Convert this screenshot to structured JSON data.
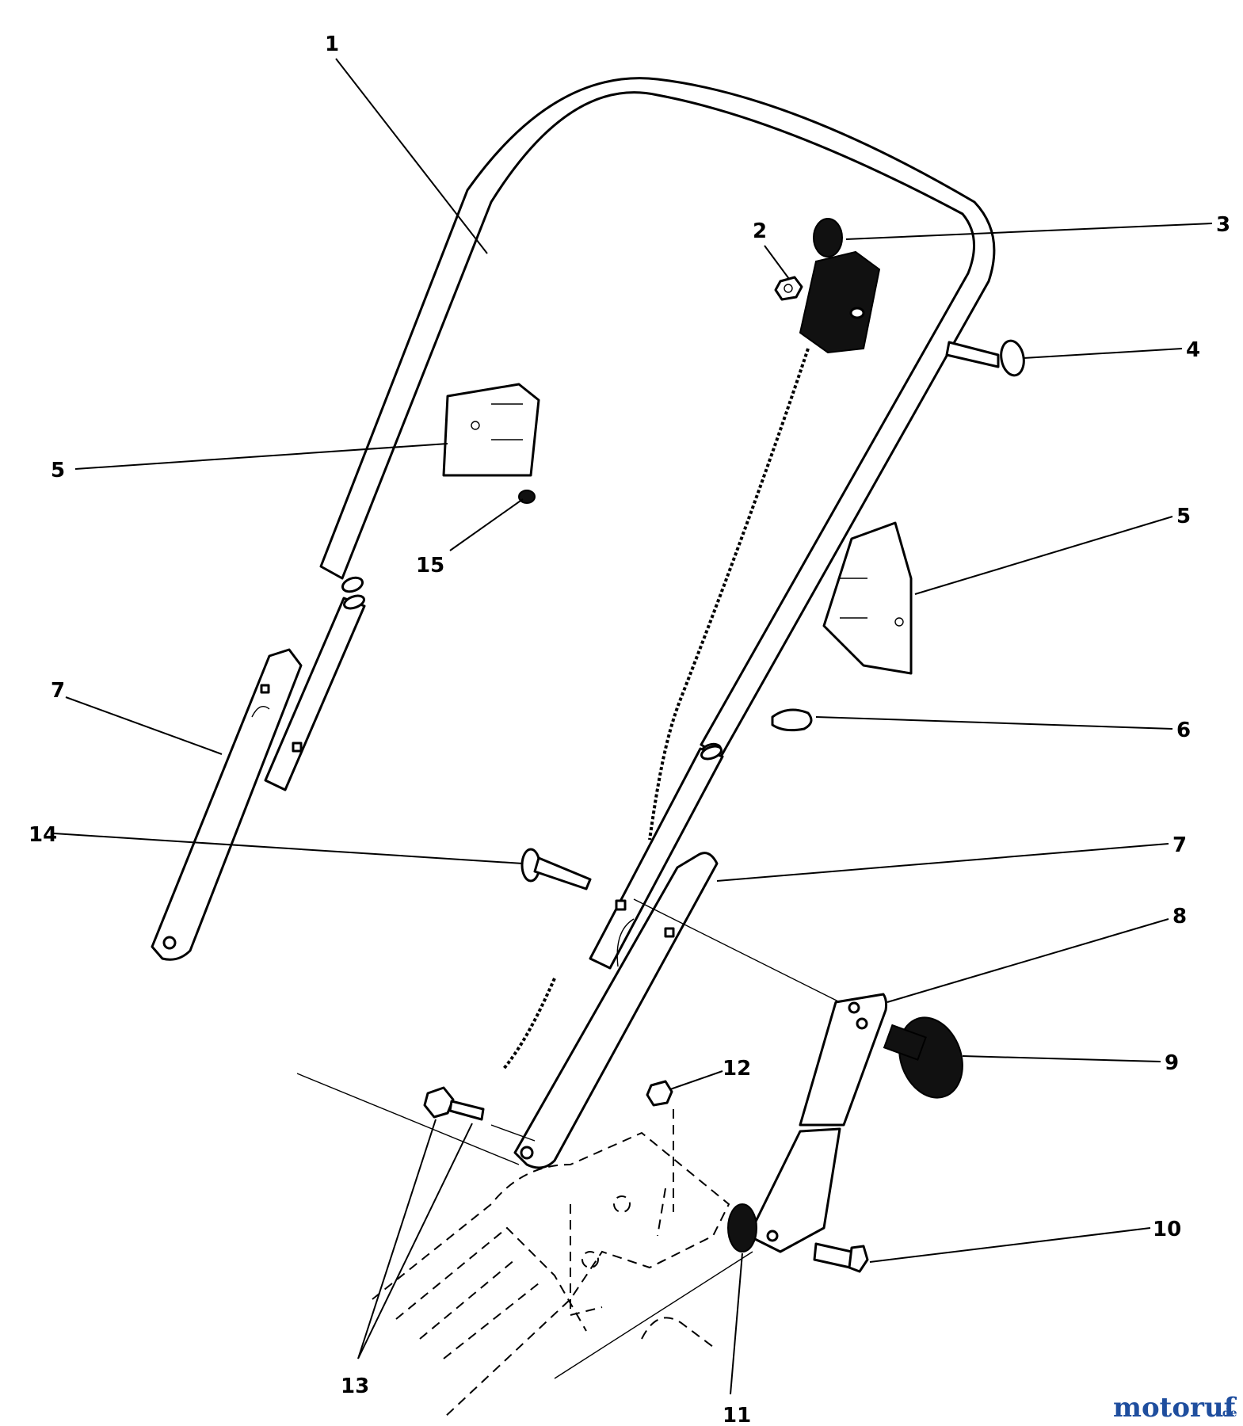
{
  "diagram": {
    "callouts": [
      {
        "id": "1",
        "label": "1"
      },
      {
        "id": "2",
        "label": "2"
      },
      {
        "id": "3",
        "label": "3"
      },
      {
        "id": "4",
        "label": "4"
      },
      {
        "id": "5a",
        "label": "5"
      },
      {
        "id": "5b",
        "label": "5"
      },
      {
        "id": "6",
        "label": "6"
      },
      {
        "id": "7a",
        "label": "7"
      },
      {
        "id": "7b",
        "label": "7"
      },
      {
        "id": "8",
        "label": "8"
      },
      {
        "id": "9",
        "label": "9"
      },
      {
        "id": "10",
        "label": "10"
      },
      {
        "id": "11",
        "label": "11"
      },
      {
        "id": "12",
        "label": "12"
      },
      {
        "id": "13",
        "label": "13"
      },
      {
        "id": "14",
        "label": "14"
      },
      {
        "id": "15",
        "label": "15"
      }
    ]
  },
  "watermark": {
    "text": "motoruf",
    "suffix": ".de"
  },
  "colors": {
    "line": "#000000",
    "watermark": "#1f4e9e",
    "background": "#ffffff"
  }
}
